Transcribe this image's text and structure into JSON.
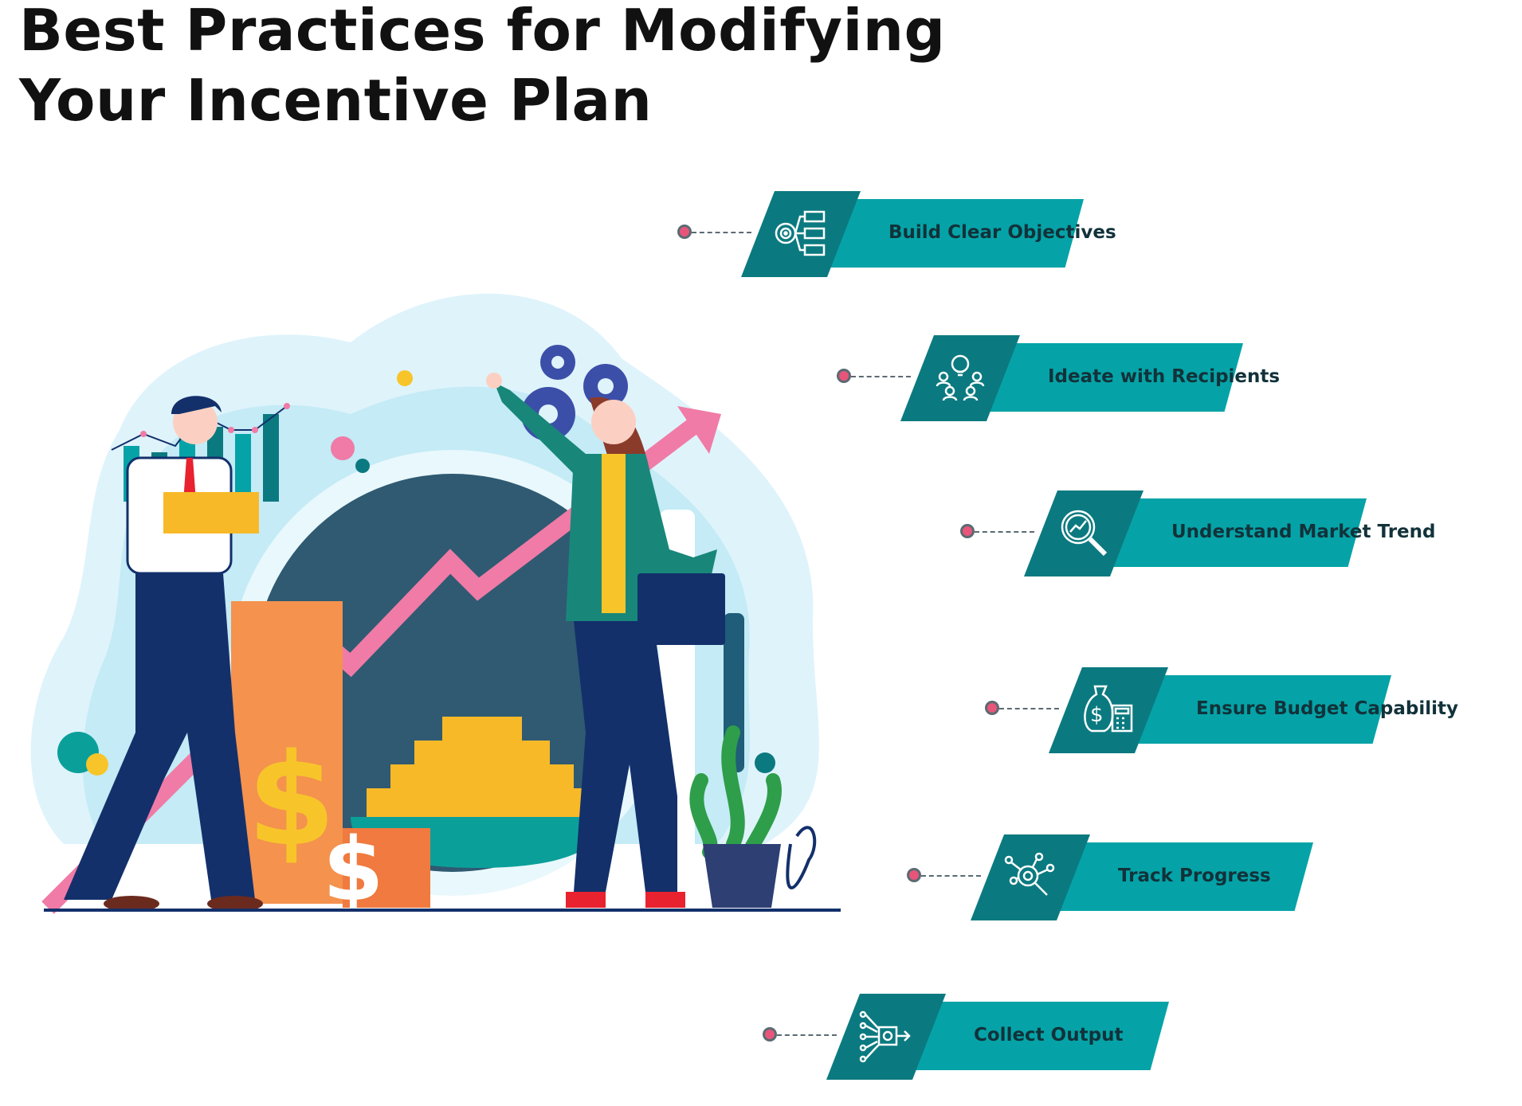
{
  "title": {
    "line1": "Best Practices for Modifying",
    "line2": "Your Incentive Plan"
  },
  "items": [
    {
      "label": "Build Clear Objectives",
      "icon": "checklist-target-icon"
    },
    {
      "label": "Ideate with Recipients",
      "icon": "idea-team-icon"
    },
    {
      "label": "Understand Market Trend",
      "icon": "magnifier-chart-icon"
    },
    {
      "label": "Ensure Budget Capability",
      "icon": "money-bag-calculator-icon"
    },
    {
      "label": "Track Progress",
      "icon": "network-search-icon"
    },
    {
      "label": "Collect Output",
      "icon": "circuit-output-icon"
    }
  ],
  "colors": {
    "band": "#05a3a7",
    "icon_box": "#0b7a80",
    "dot": "#e8557b",
    "arrow": "#f07ba6",
    "navy": "#13306b"
  }
}
